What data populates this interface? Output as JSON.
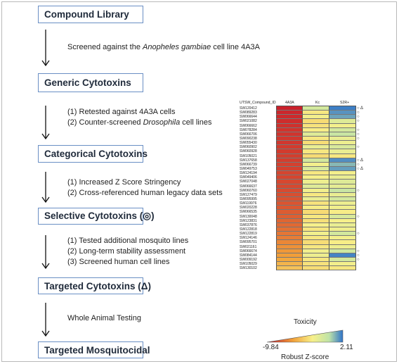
{
  "flow": {
    "boxes": [
      "Compound Library",
      "Generic Cytotoxins",
      "Categorical Cytotoxins",
      "Selective Cytotoxins (◎)",
      "Targeted Cytotoxins (Δ)",
      "Targeted Mosquitocidal"
    ],
    "step1": {
      "pre": "Screened against the ",
      "italic": "Anopheles gambiae",
      "post": " cell line 4A3A"
    },
    "step2": {
      "line1": "(1)  Retested against 4A3A cells",
      "line2_pre": "(2)  Counter-screened ",
      "line2_italic": "Drosophila",
      "line2_post": " cell lines"
    },
    "step3": {
      "line1": "(1)  Increased Z Score Stringency",
      "line2": "(2)  Cross-referenced human legacy data sets"
    },
    "step4": {
      "line1": "(1)  Tested additional mosquito lines",
      "line2": "(2)  Long-term stability assessment",
      "line3": "(3)  Screened human cell lines"
    },
    "step5": "Whole Animal Testing"
  },
  "heatmap": {
    "id_header": "UTSW_Compound_ID",
    "columns": [
      "4A3A",
      "Kc",
      "S2R+"
    ],
    "rows": [
      {
        "id": "SW120412",
        "v": [
          -9.6,
          -1.0,
          1.9
        ],
        "mark": "○ Δ"
      },
      {
        "id": "SW089283",
        "v": [
          -9.4,
          -3.0,
          1.5
        ],
        "mark": "○"
      },
      {
        "id": "SW066644",
        "v": [
          -9.3,
          -2.5,
          1.2
        ],
        "mark": "○"
      },
      {
        "id": "SW021082",
        "v": [
          -9.2,
          -3.5,
          -1.5
        ],
        "mark": "○"
      },
      {
        "id": "SW066662",
        "v": [
          -9.1,
          -3.2,
          -2.5
        ],
        "mark": ""
      },
      {
        "id": "SW078284",
        "v": [
          -9.0,
          -2.8,
          -1.0
        ],
        "mark": "○"
      },
      {
        "id": "SW066706",
        "v": [
          -9.0,
          -1.5,
          -0.5
        ],
        "mark": "○"
      },
      {
        "id": "SW090238",
        "v": [
          -8.9,
          -3.0,
          -2.0
        ],
        "mark": "○"
      },
      {
        "id": "SW055430",
        "v": [
          -8.9,
          -3.4,
          -2.2
        ],
        "mark": ""
      },
      {
        "id": "SW060902",
        "v": [
          -8.8,
          -2.0,
          -1.2
        ],
        "mark": "○"
      },
      {
        "id": "SW060928",
        "v": [
          -8.8,
          -3.0,
          -2.0
        ],
        "mark": ""
      },
      {
        "id": "SW105021",
        "v": [
          -8.7,
          -3.5,
          -3.0
        ],
        "mark": ""
      },
      {
        "id": "SW137658",
        "v": [
          -8.7,
          -1.0,
          1.6
        ],
        "mark": "○ Δ"
      },
      {
        "id": "SW066739",
        "v": [
          -8.6,
          -2.5,
          0.8
        ],
        "mark": "○"
      },
      {
        "id": "SW049753",
        "v": [
          -8.6,
          -1.2,
          1.3
        ],
        "mark": "○ Δ"
      },
      {
        "id": "SW124194",
        "v": [
          -8.5,
          -3.0,
          -2.5
        ],
        "mark": ""
      },
      {
        "id": "SW049406",
        "v": [
          -8.5,
          -2.6,
          -2.0
        ],
        "mark": ""
      },
      {
        "id": "SW027048",
        "v": [
          -8.4,
          -2.2,
          -1.5
        ],
        "mark": ""
      },
      {
        "id": "SW066637",
        "v": [
          -8.4,
          -1.5,
          -1.8
        ],
        "mark": ""
      },
      {
        "id": "SW060760",
        "v": [
          -8.3,
          -2.4,
          -0.5
        ],
        "mark": "○"
      },
      {
        "id": "SW127479",
        "v": [
          -8.2,
          -3.0,
          -2.0
        ],
        "mark": ""
      },
      {
        "id": "SW095995",
        "v": [
          -8.1,
          -2.0,
          -1.0
        ],
        "mark": ""
      },
      {
        "id": "SW119976",
        "v": [
          -8.0,
          -3.2,
          -2.2
        ],
        "mark": ""
      },
      {
        "id": "SW020228",
        "v": [
          -7.9,
          -2.8,
          -2.4
        ],
        "mark": ""
      },
      {
        "id": "SW066535",
        "v": [
          -7.8,
          -3.5,
          -2.8
        ],
        "mark": ""
      },
      {
        "id": "SW130048",
        "v": [
          -7.7,
          -3.0,
          -1.2
        ],
        "mark": "○"
      },
      {
        "id": "SW123831",
        "v": [
          -7.5,
          -3.3,
          -2.6
        ],
        "mark": ""
      },
      {
        "id": "SW037876",
        "v": [
          -7.4,
          -2.6,
          -2.0
        ],
        "mark": ""
      },
      {
        "id": "SW122818",
        "v": [
          -7.2,
          -3.0,
          -2.3
        ],
        "mark": ""
      },
      {
        "id": "SW122819",
        "v": [
          -7.0,
          -2.4,
          -1.0
        ],
        "mark": "○"
      },
      {
        "id": "SW124146",
        "v": [
          -6.8,
          -3.0,
          -2.5
        ],
        "mark": ""
      },
      {
        "id": "SW095701",
        "v": [
          -6.5,
          -3.4,
          -2.8
        ],
        "mark": ""
      },
      {
        "id": "SW021161",
        "v": [
          -6.2,
          -3.0,
          -2.2
        ],
        "mark": ""
      },
      {
        "id": "SW066674",
        "v": [
          -6.0,
          -2.4,
          -0.8
        ],
        "mark": "○"
      },
      {
        "id": "SW084144",
        "v": [
          -5.8,
          -2.2,
          1.8
        ],
        "mark": "○"
      },
      {
        "id": "SW009192",
        "v": [
          -5.5,
          -3.0,
          -1.0
        ],
        "mark": "○"
      },
      {
        "id": "SW105029",
        "v": [
          -5.0,
          -3.2,
          -2.5
        ],
        "mark": ""
      },
      {
        "id": "SW130102",
        "v": [
          -4.5,
          -3.4,
          -3.0
        ],
        "mark": ""
      }
    ]
  },
  "legend": {
    "title": "Toxicity",
    "min": "-9.84",
    "max": "2.11",
    "subtitle": "Robust Z-score",
    "min_value": -9.84,
    "max_value": 2.11
  }
}
